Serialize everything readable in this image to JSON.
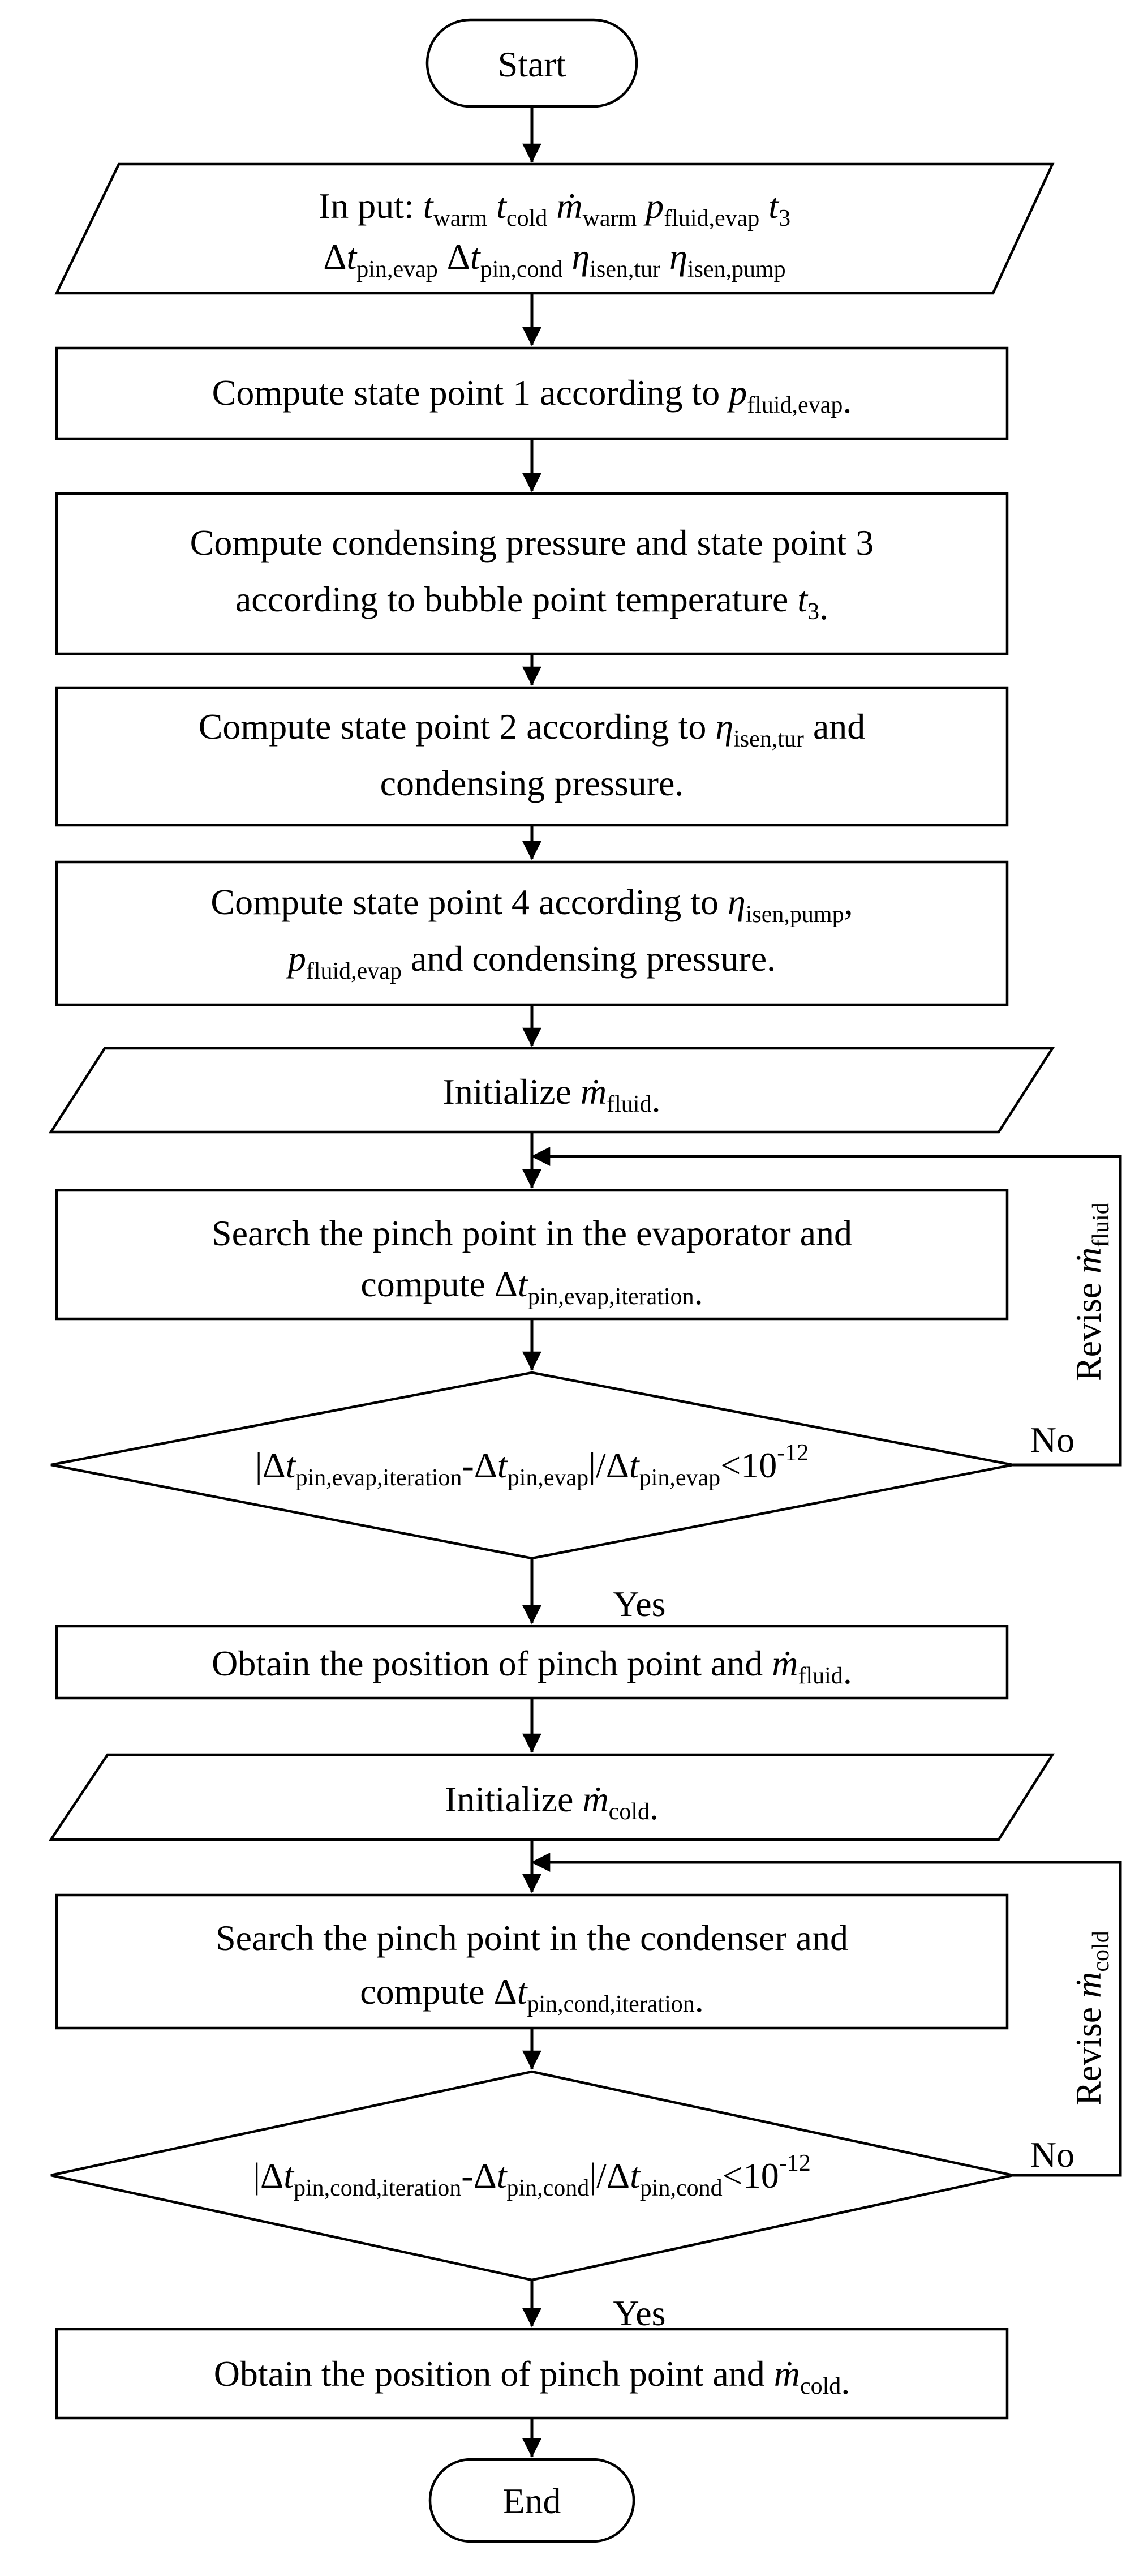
{
  "nodes": {
    "start": {
      "text": "Start"
    },
    "input": {
      "prefix": "In put:",
      "t_warm": {
        "sym": "t",
        "sub": "warm"
      },
      "t_cold": {
        "sym": "t",
        "sub": "cold"
      },
      "m_warm": {
        "sym": "ṁ",
        "sub": "warm"
      },
      "p_evap": {
        "sym": "p",
        "sub": "fluid,evap"
      },
      "t3": {
        "sym": "t",
        "sub": "3"
      },
      "dt_evap": {
        "delta": "Δ",
        "sym": "t",
        "sub": "pin,evap"
      },
      "dt_cond": {
        "delta": "Δ",
        "sym": "t",
        "sub": "pin,cond"
      },
      "eta_tur": {
        "sym": "η",
        "sub": "isen,tur"
      },
      "eta_pump": {
        "sym": "η",
        "sub": "isen,pump"
      }
    },
    "step1": {
      "before": "Compute state point 1 according to ",
      "sym": "p",
      "sub": "fluid,evap",
      "after": "."
    },
    "step3": {
      "line1": "Compute condensing pressure and state point 3",
      "line2_before": "according to bubble point temperature ",
      "sym": "t",
      "sub": "3",
      "after": "."
    },
    "step2": {
      "line1_before": "Compute state point 2 according to ",
      "sym": "η",
      "sub": "isen,tur",
      "line1_after": " and",
      "line2": "condensing pressure."
    },
    "step4": {
      "line1_before": "Compute state point 4 according to ",
      "sym1": "η",
      "sub1": "isen,pump",
      "line1_after": ",",
      "sym2": "p",
      "sub2": "fluid,evap",
      "line2_after": " and condensing pressure."
    },
    "init_fluid": {
      "before": "Initialize ",
      "sym": "ṁ",
      "sub": "fluid",
      "after": "."
    },
    "search_evap": {
      "line1": "Search the pinch point in the evaporator and",
      "line2_before": "compute Δ",
      "sym": "t",
      "sub": "pin,evap,iteration",
      "after": "."
    },
    "check_evap": {
      "bar": "|",
      "delta": "Δ",
      "sym": "t",
      "sub1": "pin,evap,iteration",
      "minus": "-",
      "sub2": "pin,evap",
      "slash": "|/",
      "sub3": "pin,evap",
      "lt": "<10",
      "exp": "-12"
    },
    "obtain_fluid": {
      "before": "Obtain the position of pinch point and ",
      "sym": "ṁ",
      "sub": "fluid",
      "after": "."
    },
    "init_cold": {
      "before": "Initialize ",
      "sym": "ṁ",
      "sub": "cold",
      "after": "."
    },
    "search_cond": {
      "line1": "Search the pinch point in the condenser and",
      "line2_before": "compute Δ",
      "sym": "t",
      "sub": "pin,cond,iteration",
      "after": "."
    },
    "check_cond": {
      "bar": "|",
      "delta": "Δ",
      "sym": "t",
      "sub1": "pin,cond,iteration",
      "minus": "-",
      "sub2": "pin,cond",
      "slash": "|/",
      "sub3": "pin,cond",
      "lt": "<10",
      "exp": "-12"
    },
    "obtain_cold": {
      "before": "Obtain the position of pinch point and ",
      "sym": "ṁ",
      "sub": "cold",
      "after": "."
    },
    "end": {
      "text": "End"
    }
  },
  "edges": {
    "yes_label": "Yes",
    "no_label": "No",
    "revise_fluid": {
      "before": "Revise ",
      "sym": "ṁ",
      "sub": "fluid"
    },
    "revise_cold": {
      "before": "Revise ",
      "sym": "ṁ",
      "sub": "cold"
    }
  }
}
